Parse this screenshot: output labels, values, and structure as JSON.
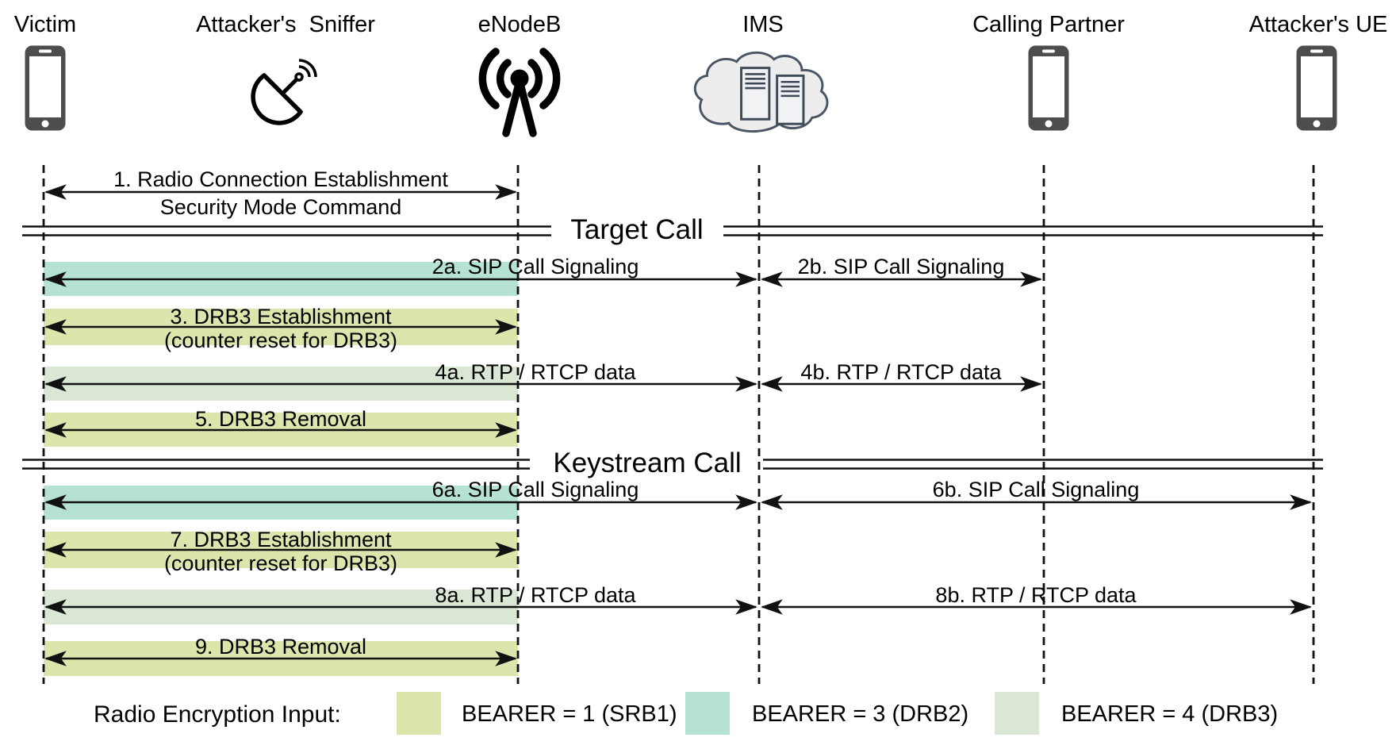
{
  "diagram": {
    "kind": "sequence-diagram",
    "topic": "VoLTE keystream reuse attack message flow"
  },
  "actors": [
    {
      "id": "victim",
      "label": "Victim",
      "icon": "smartphone-icon"
    },
    {
      "id": "attackers-sniffer",
      "label": "Attacker's  Sniffer",
      "icon": "satellite-dish-icon"
    },
    {
      "id": "enodeb",
      "label": "eNodeB",
      "icon": "cell-tower-icon"
    },
    {
      "id": "ims",
      "label": "IMS",
      "icon": "cloud-servers-icon"
    },
    {
      "id": "calling-partner",
      "label": "Calling Partner",
      "icon": "smartphone-icon"
    },
    {
      "id": "attackers-ue",
      "label": "Attacker's UE",
      "icon": "smartphone-icon"
    }
  ],
  "sections": [
    {
      "id": "target-call",
      "label": "Target Call"
    },
    {
      "id": "keystream-call",
      "label": "Keystream Call"
    }
  ],
  "messages": [
    {
      "id": "1",
      "label": "1. Radio Connection Establishment",
      "label2": "Security Mode Command",
      "from": "victim",
      "to": "enodeb",
      "bearer": ""
    },
    {
      "id": "2a",
      "label": "2a. SIP Call Signaling",
      "from": "victim",
      "to": "ims",
      "bearer": "bearer3_drb2"
    },
    {
      "id": "2b",
      "label": "2b. SIP Call Signaling",
      "from": "ims",
      "to": "calling-partner",
      "bearer": ""
    },
    {
      "id": "3",
      "label": "3. DRB3 Establishment",
      "label2": "(counter reset for DRB3)",
      "from": "victim",
      "to": "enodeb",
      "bearer": "bearer1_srb1"
    },
    {
      "id": "4a",
      "label": "4a. RTP / RTCP data",
      "from": "victim",
      "to": "ims",
      "bearer": "bearer4_drb3"
    },
    {
      "id": "4b",
      "label": "4b. RTP / RTCP data",
      "from": "ims",
      "to": "calling-partner",
      "bearer": ""
    },
    {
      "id": "5",
      "label": "5. DRB3 Removal",
      "from": "victim",
      "to": "enodeb",
      "bearer": "bearer1_srb1"
    },
    {
      "id": "6a",
      "label": "6a. SIP Call Signaling",
      "from": "victim",
      "to": "ims",
      "bearer": "bearer3_drb2"
    },
    {
      "id": "6b",
      "label": "6b. SIP Call Signaling",
      "from": "ims",
      "to": "attackers-ue",
      "bearer": ""
    },
    {
      "id": "7",
      "label": "7. DRB3 Establishment",
      "label2": "(counter reset for DRB3)",
      "from": "victim",
      "to": "enodeb",
      "bearer": "bearer1_srb1"
    },
    {
      "id": "8a",
      "label": "8a. RTP / RTCP data",
      "from": "victim",
      "to": "ims",
      "bearer": "bearer4_drb3"
    },
    {
      "id": "8b",
      "label": "8b. RTP / RTCP data",
      "from": "ims",
      "to": "attackers-ue",
      "bearer": ""
    },
    {
      "id": "9",
      "label": "9. DRB3 Removal",
      "from": "victim",
      "to": "enodeb",
      "bearer": "bearer1_srb1"
    }
  ],
  "colors": {
    "bearer1_srb1": "#dee5ac",
    "bearer3_drb2": "#b5e2d3",
    "bearer4_drb3": "#d9e7d4",
    "line": "#111111",
    "phone_fill": "#4d4d4d",
    "cloud_fill": "#ededee",
    "cloud_stroke": "#4a5563"
  },
  "legend": {
    "title": "Radio Encryption Input:",
    "items": [
      {
        "label": "BEARER = 1 (SRB1)",
        "color": "#dee5ac"
      },
      {
        "label": "BEARER = 3 (DRB2)",
        "color": "#b5e2d3"
      },
      {
        "label": "BEARER = 4 (DRB3)",
        "color": "#d9e7d4"
      }
    ]
  }
}
